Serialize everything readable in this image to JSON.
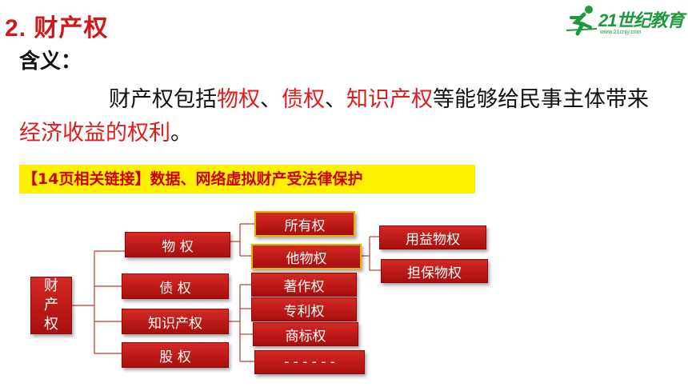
{
  "header": {
    "title": "2. 财产权",
    "logo_text": "21世纪教育",
    "logo_url": "www.21cnjy.com"
  },
  "meaning": {
    "label": "含义：",
    "segments": [
      {
        "text": "财产权包括",
        "color": "#111111"
      },
      {
        "text": "物权",
        "color": "#e21b1b"
      },
      {
        "text": "、",
        "color": "#111111"
      },
      {
        "text": "债权",
        "color": "#e21b1b"
      },
      {
        "text": "、",
        "color": "#111111"
      },
      {
        "text": "知识产权",
        "color": "#e21b1b"
      },
      {
        "text": "等能够给民事主体带来",
        "color": "#111111"
      },
      {
        "text": "经济收益的权利",
        "color": "#e21b1b"
      },
      {
        "text": "。",
        "color": "#111111"
      }
    ]
  },
  "link_banner": {
    "text": "【14页相关链接】数据、网络虚拟财产受法律保护",
    "background": "#fff200",
    "color": "#cc0000"
  },
  "diagram": {
    "root": [
      "财",
      "产",
      "权"
    ],
    "level1": [
      "物 权",
      "债 权",
      "知识产权",
      "股 权"
    ],
    "property_children": [
      "所有权",
      "他物权"
    ],
    "other_property_children": [
      "用益物权",
      "担保物权"
    ],
    "ip_children": [
      "著作权",
      "专利权",
      "商标权",
      "- - - - - -"
    ]
  },
  "colors": {
    "title_red": "#d0171b",
    "highlight_red": "#e21b1b",
    "box_red": "#c01c17",
    "logo_green": "#1e9a3c"
  }
}
